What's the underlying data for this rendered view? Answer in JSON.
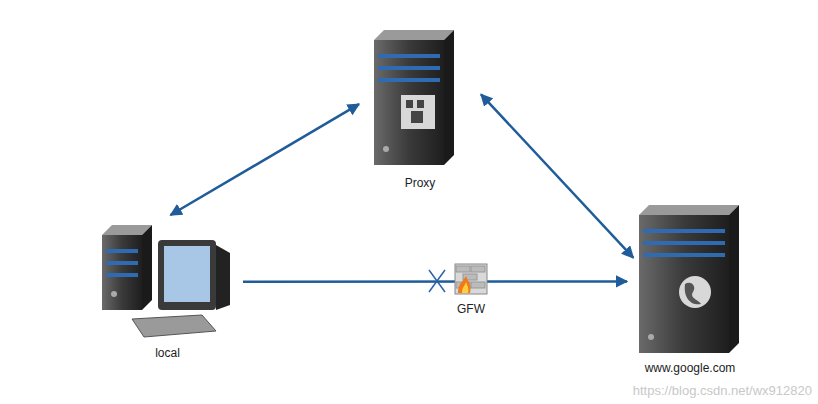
{
  "diagram": {
    "nodes": [
      {
        "text": [
          "Proxy"
        ]
      },
      {
        "text": [
          "local"
        ]
      },
      {
        "text": [
          "www.google.com"
        ]
      }
    ],
    "edges": [
      {
        "from": 1,
        "to": 0,
        "arrow": "both"
      },
      {
        "from": 0,
        "to": 2,
        "arrow": "both"
      },
      {
        "from": 1,
        "to": 2,
        "label": "GFW",
        "arrow": "to"
      }
    ],
    "labels": [
      "https://blog.csdn.net/wx912820"
    ]
  }
}
